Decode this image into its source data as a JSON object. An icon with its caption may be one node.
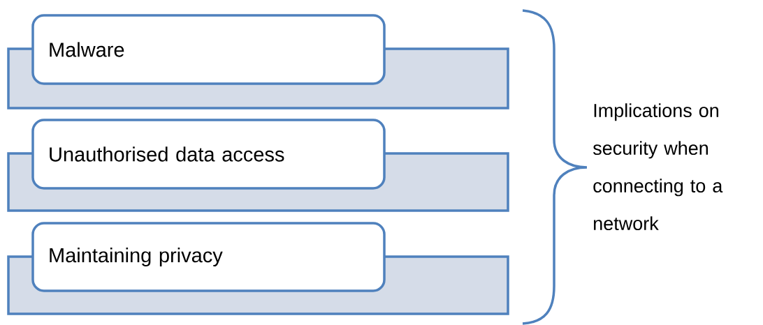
{
  "diagram": {
    "nodes": [
      {
        "text": [
          "Malware"
        ]
      },
      {
        "text": [
          "Unauthorised data access"
        ]
      },
      {
        "text": [
          "Maintaining privacy"
        ]
      }
    ],
    "labels": [
      "Implications on security when connecting to a network"
    ]
  }
}
